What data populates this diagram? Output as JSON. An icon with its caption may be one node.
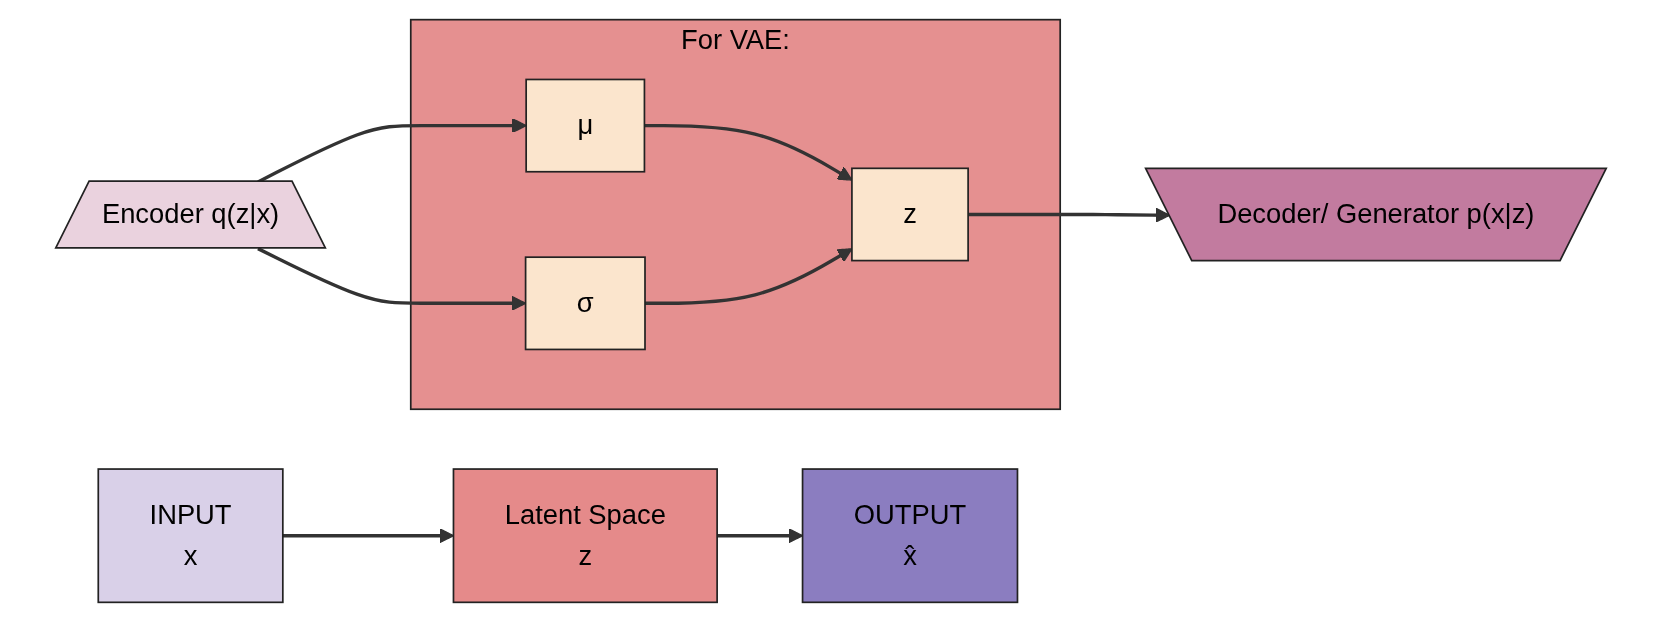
{
  "diagram": {
    "nodes": [
      {
        "text": [
          "INPUT",
          "x"
        ]
      },
      {
        "text": [
          "Encoder q(z|x)"
        ]
      },
      {
        "text": [
          "Latent Space",
          "z"
        ]
      },
      {
        "text": [
          "Decoder/ Generator p(x|z)"
        ]
      },
      {
        "text": [
          "OUTPUT",
          "x̂"
        ]
      },
      {
        "text": [
          "For VAE:"
        ]
      },
      {
        "text": [
          "μ"
        ],
        "in": 5
      },
      {
        "text": [
          "σ"
        ],
        "in": 5
      },
      {
        "text": [
          "z"
        ],
        "in": 5
      }
    ],
    "edges": [
      {
        "from": 0,
        "to": 2,
        "arrow": "to"
      },
      {
        "from": 2,
        "to": 4,
        "arrow": "to"
      },
      {
        "from": 1,
        "to": 6,
        "arrow": "to"
      },
      {
        "from": 1,
        "to": 7,
        "arrow": "to"
      },
      {
        "from": 6,
        "to": 8,
        "arrow": "to"
      },
      {
        "from": 7,
        "to": 8,
        "arrow": "to"
      },
      {
        "from": 8,
        "to": 3,
        "arrow": "to"
      }
    ]
  }
}
